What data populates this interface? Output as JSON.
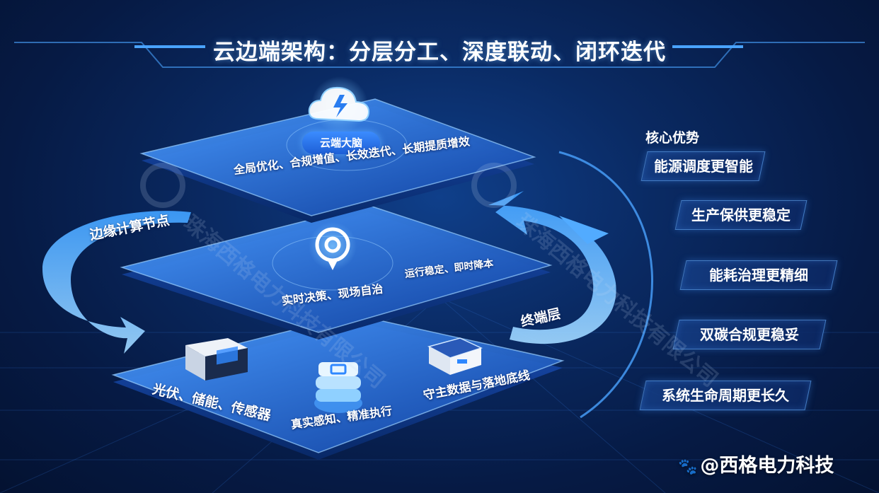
{
  "title": "云边端架构：分层分工、深度联动、闭环迭代",
  "cloud_layer": {
    "label": "云端大脑",
    "slogan": "全局优化、合规增值、长效迭代、长期提质增效"
  },
  "edge_layer": {
    "label": "边缘计算节点",
    "text_a": "实时决策、现场自治",
    "text_b": "运行稳定、即时降本"
  },
  "terminal_layer": {
    "label": "终端层",
    "devices": "光伏、储能、传感器",
    "sensing": "真实感知、精准执行",
    "data": "守主数据与落地底线"
  },
  "advantages": {
    "title": "核心优势",
    "items": [
      "能源调度更智能",
      "生产保供更稳定",
      "能耗治理更精细",
      "双碳合规更稳妥",
      "系统生命周期更长久"
    ]
  },
  "watermark": "珠海西格电力科技有限公司",
  "footer": {
    "text": "@西格电力科技"
  },
  "colors": {
    "accent": "#3b8cff",
    "background": "#0a2a63",
    "platform": "#1f5fd4"
  }
}
